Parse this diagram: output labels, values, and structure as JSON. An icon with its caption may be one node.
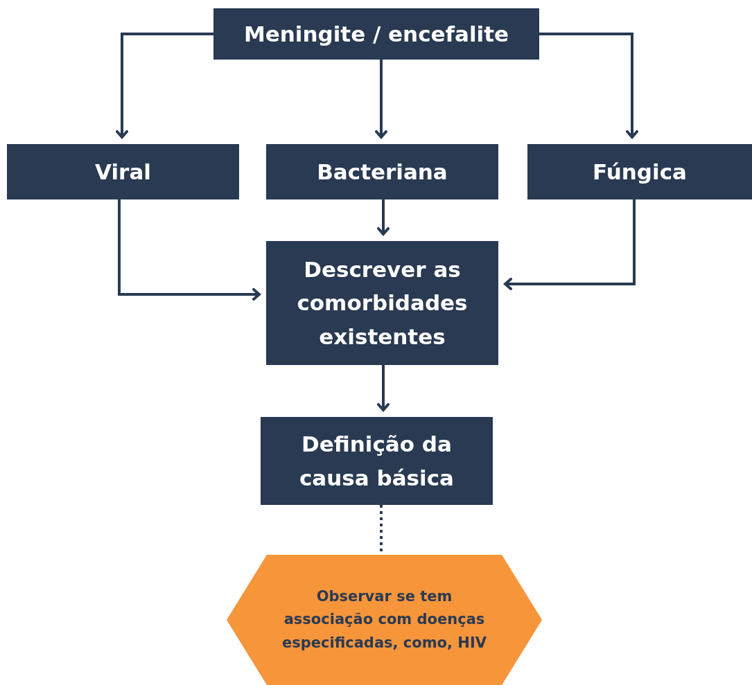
{
  "diagram": {
    "nodes": [
      {
        "text": [
          "Meningite / encefalite"
        ]
      },
      {
        "text": [
          "Viral"
        ]
      },
      {
        "text": [
          "Bacteriana"
        ]
      },
      {
        "text": [
          "Fúngica"
        ]
      },
      {
        "text": [
          "Descrever as comorbidades existentes"
        ]
      },
      {
        "text": [
          "Definição da causa básica"
        ]
      },
      {
        "text": [
          "Observar se tem associação com doenças especificadas, como, HIV"
        ]
      }
    ],
    "edges": [
      {
        "from": 0,
        "to": 1,
        "arrow": "to"
      },
      {
        "from": 0,
        "to": 2,
        "arrow": "to"
      },
      {
        "from": 0,
        "to": 3,
        "arrow": "to"
      },
      {
        "from": 1,
        "to": 4,
        "arrow": "to"
      },
      {
        "from": 2,
        "to": 4,
        "arrow": "to"
      },
      {
        "from": 3,
        "to": 4,
        "arrow": "to"
      },
      {
        "from": 4,
        "to": 5,
        "arrow": "to"
      },
      {
        "from": 5,
        "to": 6,
        "arrow": "none",
        "style": "dashed"
      }
    ]
  }
}
